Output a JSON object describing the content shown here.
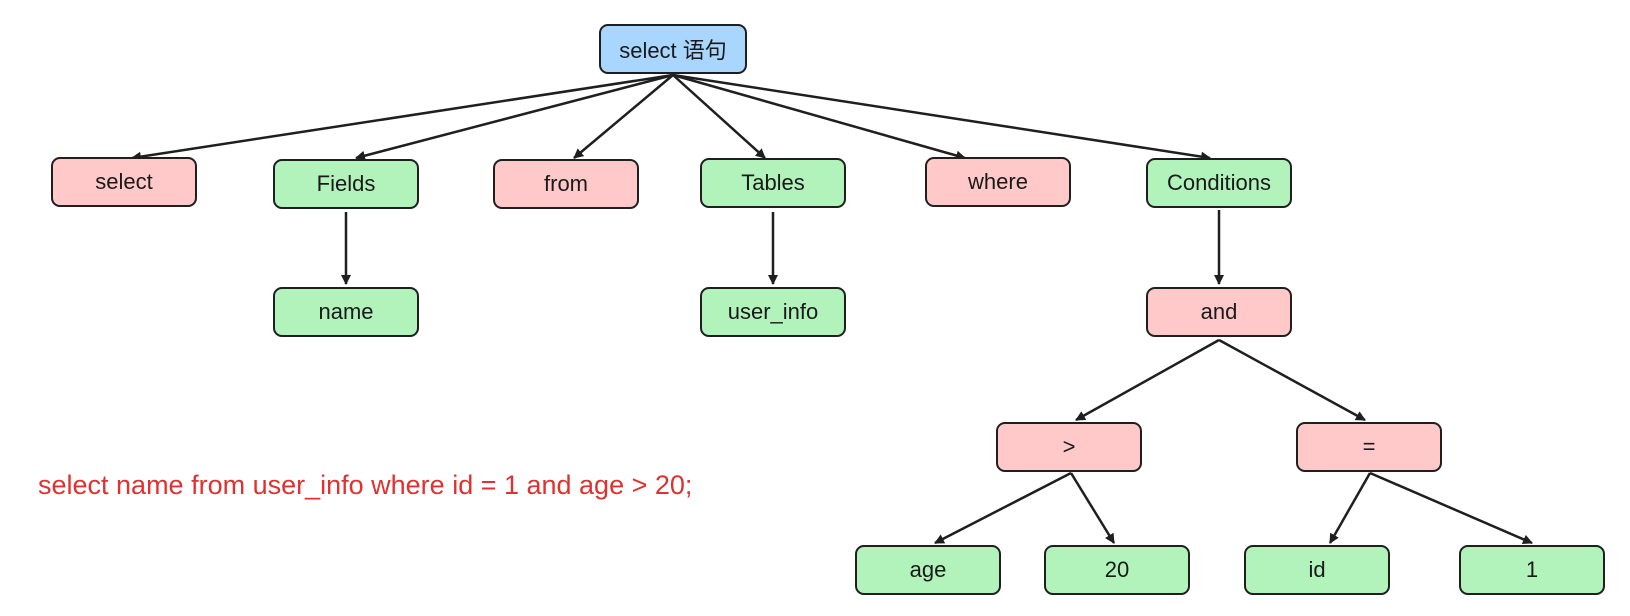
{
  "diagram": {
    "root": {
      "label": "select 语句"
    },
    "level1": [
      {
        "label": "select"
      },
      {
        "label": "Fields"
      },
      {
        "label": "from"
      },
      {
        "label": "Tables"
      },
      {
        "label": "where"
      },
      {
        "label": "Conditions"
      }
    ],
    "fields_child": {
      "label": "name"
    },
    "tables_child": {
      "label": "user_info"
    },
    "conditions_child": {
      "label": "and"
    },
    "and_children": [
      {
        "label": ">"
      },
      {
        "label": "="
      }
    ],
    "gt_children": [
      {
        "label": "age"
      },
      {
        "label": "20"
      }
    ],
    "eq_children": [
      {
        "label": "id"
      },
      {
        "label": "1"
      }
    ],
    "colors": {
      "root_fill": "#a9d6ff",
      "keyword_fill": "#ffc9c9",
      "identifier_fill": "#b2f2bb",
      "sql_text": "#e03131",
      "stroke": "#1f1f1f"
    }
  },
  "sql": "select name from user_info where id = 1 and age > 20;"
}
